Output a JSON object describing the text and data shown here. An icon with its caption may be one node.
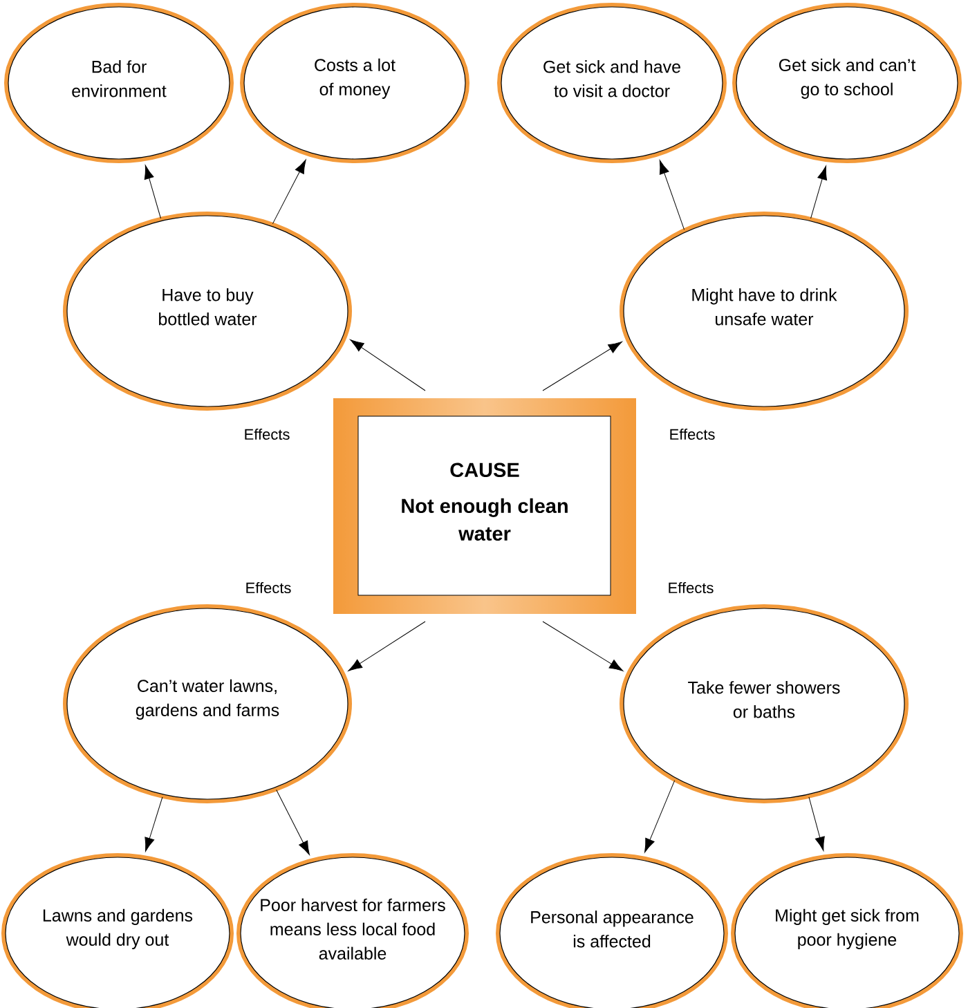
{
  "diagram": {
    "nodes": [
      {
        "text": [
          "Bad for environment"
        ]
      },
      {
        "text": [
          "Costs a lot of money"
        ]
      },
      {
        "text": [
          "Get sick and have to visit a doctor"
        ]
      },
      {
        "text": [
          "Get sick and can’t go to school"
        ]
      },
      {
        "text": [
          "Have to buy bottled water"
        ]
      },
      {
        "text": [
          "Might have to drink unsafe water"
        ]
      },
      {
        "text": [
          "CAUSE",
          "Not enough clean water"
        ]
      },
      {
        "text": [
          "Can’t water lawns, gardens and farms"
        ]
      },
      {
        "text": [
          "Take fewer showers or baths"
        ]
      },
      {
        "text": [
          "Lawns and gardens would dry out"
        ]
      },
      {
        "text": [
          "Poor harvest for farmers means less local food available"
        ]
      },
      {
        "text": [
          "Personal appearance is affected"
        ]
      },
      {
        "text": [
          "Might get sick from poor hygiene"
        ]
      }
    ],
    "edges": [
      {
        "from": 6,
        "to": 4,
        "arrow": "to"
      },
      {
        "from": 6,
        "to": 5,
        "arrow": "to"
      },
      {
        "from": 6,
        "to": 7,
        "arrow": "to"
      },
      {
        "from": 6,
        "to": 8,
        "arrow": "to"
      },
      {
        "from": 4,
        "to": 0,
        "arrow": "to"
      },
      {
        "from": 4,
        "to": 1,
        "arrow": "to"
      },
      {
        "from": 5,
        "to": 2,
        "arrow": "to"
      },
      {
        "from": 5,
        "to": 3,
        "arrow": "to"
      },
      {
        "from": 7,
        "to": 9,
        "arrow": "to"
      },
      {
        "from": 7,
        "to": 10,
        "arrow": "to"
      },
      {
        "from": 8,
        "to": 11,
        "arrow": "to"
      },
      {
        "from": 8,
        "to": 12,
        "arrow": "to"
      }
    ],
    "labels": [
      "Effects",
      "Effects",
      "Effects",
      "Effects"
    ]
  }
}
